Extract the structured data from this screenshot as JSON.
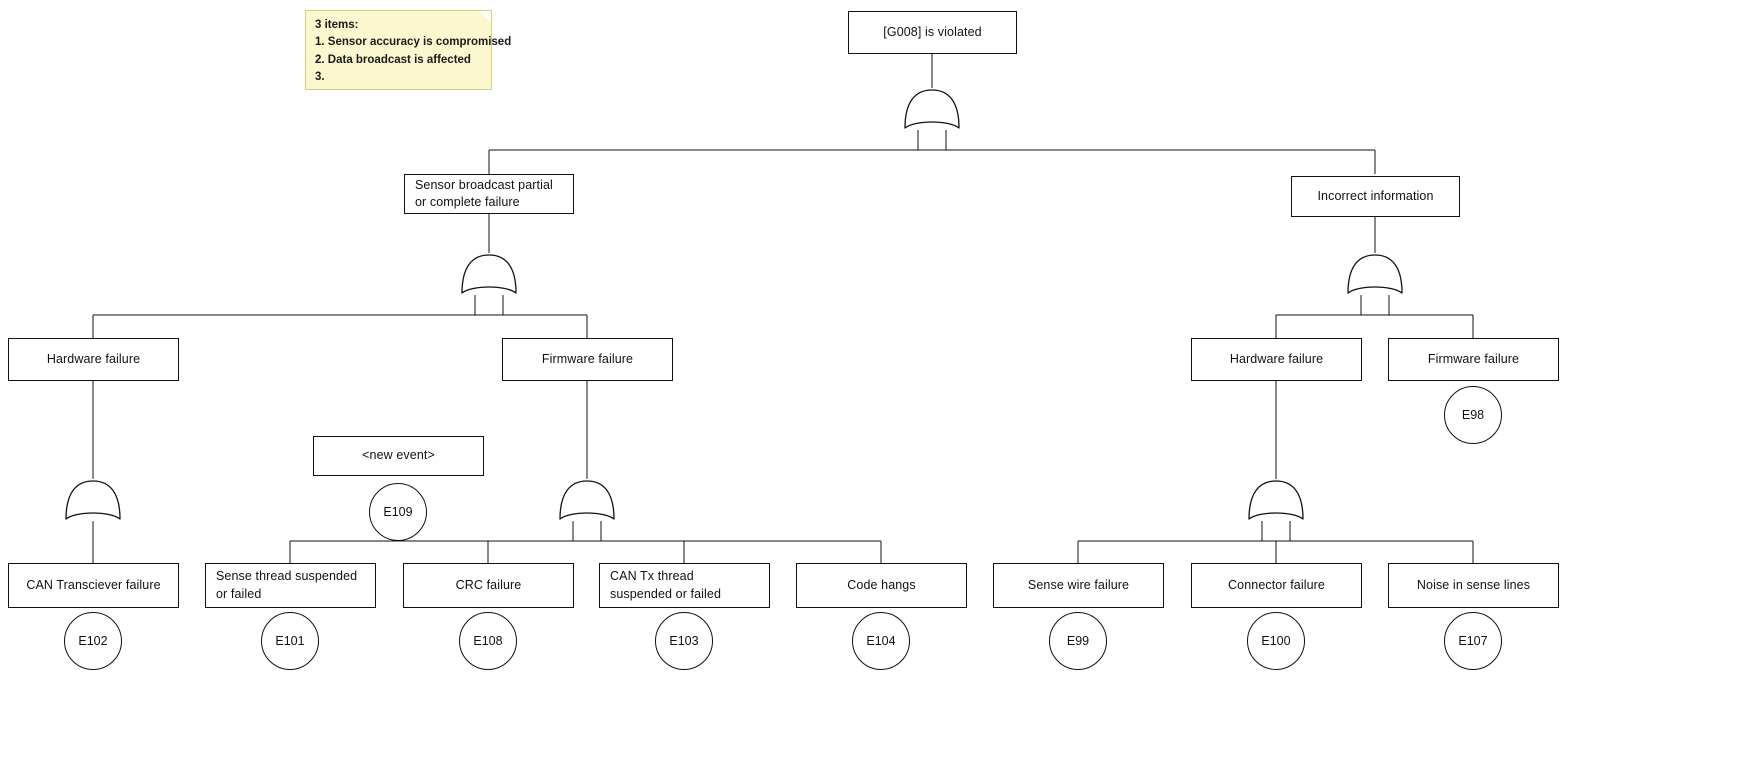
{
  "diagram": {
    "type": "fault-tree",
    "title_node": "[G008] is violated",
    "note": {
      "heading": "3 items:",
      "items": [
        "1. Sensor accuracy is compromised",
        "2. Data broadcast is affected",
        "3."
      ]
    },
    "nodes": {
      "root": "[G008] is violated",
      "sensor_broadcast": "Sensor broadcast partial or complete failure",
      "incorrect_info": "Incorrect information",
      "hw_failure_left": "Hardware failure",
      "fw_failure_left": "Firmware failure",
      "hw_failure_right": "Hardware failure",
      "fw_failure_right": "Firmware failure",
      "new_event": "<new event>",
      "can_transciever": "CAN Transciever failure",
      "sense_thread": "Sense thread suspended or failed",
      "crc_failure": "CRC failure",
      "can_tx_thread": "CAN Tx thread suspended or failed",
      "code_hangs": "Code hangs",
      "sense_wire": "Sense wire failure",
      "connector_failure": "Connector failure",
      "noise_sense_lines": "Noise in sense lines"
    },
    "event_ids": {
      "new_event": "E109",
      "fw_failure_right": "E98",
      "can_transciever": "E102",
      "sense_thread": "E101",
      "crc_failure": "E108",
      "can_tx_thread": "E103",
      "code_hangs": "E104",
      "sense_wire": "E99",
      "connector_failure": "E100",
      "noise_sense_lines": "E107"
    },
    "gates": [
      {
        "name": "gate-root",
        "type": "or"
      },
      {
        "name": "gate-sensor-broadcast",
        "type": "or"
      },
      {
        "name": "gate-incorrect-info",
        "type": "or"
      },
      {
        "name": "gate-hw-failure-left",
        "type": "or"
      },
      {
        "name": "gate-fw-failure-left",
        "type": "or"
      },
      {
        "name": "gate-hw-failure-right",
        "type": "or"
      }
    ],
    "colors": {
      "stroke": "#111111",
      "node_fill": "#ffffff",
      "note_fill": "#fbf8d0",
      "note_border": "#d8cf86",
      "canvas": "#ffffff"
    }
  }
}
